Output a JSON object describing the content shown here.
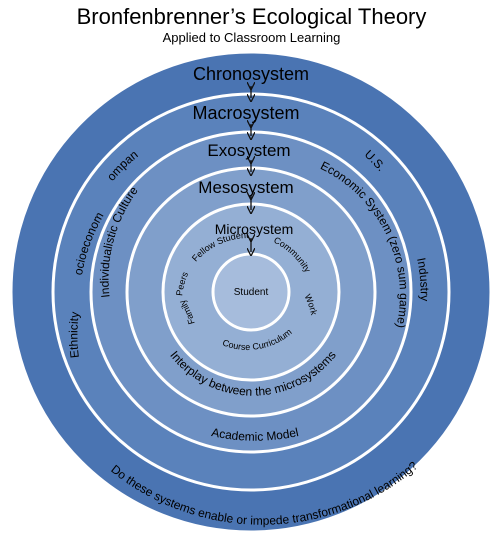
{
  "header": {
    "title": "Bronfenbrenner’s Ecological Theory",
    "subtitle": "Applied to Classroom Learning"
  },
  "colors": {
    "ring_chrono": "#4a74b2",
    "ring_macro": "#5a82bb",
    "ring_exo": "#6d90c3",
    "ring_meso": "#809fcb",
    "ring_micro": "#94afd4",
    "core": "#a6bcdc",
    "ring_stroke": "#ffffff",
    "arrow": "#111111"
  },
  "rings": {
    "chronosystem": {
      "label": "Chronosystem",
      "bottom_text": "Do these systems enable or impede transformational learning?"
    },
    "macrosystem": {
      "label": "Macrosystem",
      "left_items": [
        "Ethnicity",
        "Socioeconomic"
      ],
      "right_items": [
        "U.S.",
        "Industry"
      ],
      "bottom_text": "Academic Model"
    },
    "exosystem": {
      "label": "Exosystem",
      "left_items": [
        "Company",
        "Individualistic Culture"
      ],
      "right_items": [
        "Economic System (zero sum game)"
      ]
    },
    "mesosystem": {
      "label": "Mesosystem",
      "bottom_text": "Interplay between the microsystems"
    },
    "microsystem": {
      "label": "Microsystem",
      "items": [
        "Fellow Student",
        "Community",
        "Peers",
        "Work",
        "Family",
        "Course Curriculum"
      ]
    },
    "center": {
      "label": "Student"
    }
  }
}
